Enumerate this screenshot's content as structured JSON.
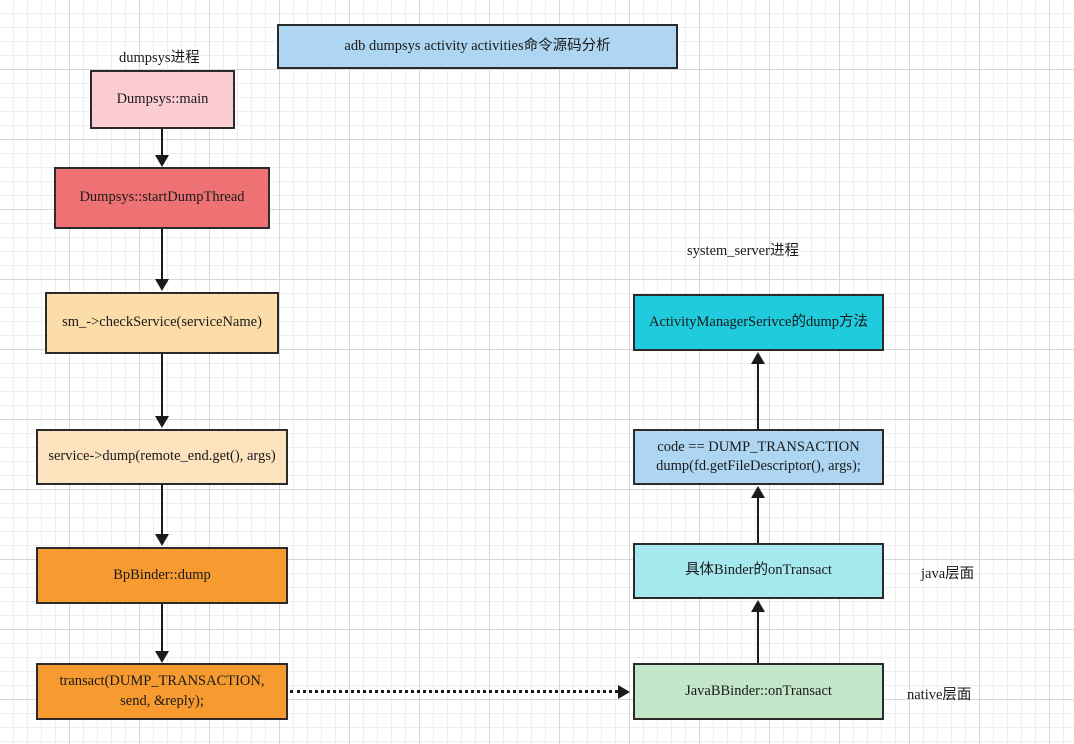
{
  "diagram": {
    "title_box": {
      "text": "adb dumpsys activity activities命令源码分析",
      "color": "#AED6F2"
    },
    "column_labels": {
      "left": "dumpsys进程",
      "right": "system_server进程"
    },
    "layer_labels": {
      "java": "java层面",
      "native": "native层面"
    },
    "left_nodes": [
      {
        "id": "dumpsys-main",
        "text": "Dumpsys::main",
        "color": "#FBCDD2"
      },
      {
        "id": "start-dump-thread",
        "text": "Dumpsys::startDumpThread",
        "color": "#EE7273"
      },
      {
        "id": "check-service",
        "text": "sm_->checkService(serviceName)",
        "color": "#FCDDA9"
      },
      {
        "id": "service-dump",
        "text": "service->dump(remote_end.get(), args)",
        "color": "#FDE2BE"
      },
      {
        "id": "bpbinder-dump",
        "text": "BpBinder::dump",
        "color": "#F79B31"
      },
      {
        "id": "transact",
        "text": "transact(DUMP_TRANSACTION,\nsend, &reply);",
        "color": "#F79B31"
      }
    ],
    "right_nodes": [
      {
        "id": "ams-dump",
        "text": "ActivityManagerSerivce的dump方法",
        "color": "#1FCBDC"
      },
      {
        "id": "dump-transaction",
        "text": "code == DUMP_TRANSACTION\ndump(fd.getFileDescriptor(), args);",
        "color": "#AED6F2"
      },
      {
        "id": "binder-ontransact",
        "text": "具体Binder的onTransact",
        "color": "#A5E9EE"
      },
      {
        "id": "javabbinder-ontransact",
        "text": "JavaBBinder::onTransact",
        "color": "#C3E6C8"
      }
    ],
    "connections": [
      {
        "from": "dumpsys-main",
        "to": "start-dump-thread",
        "style": "solid",
        "direction": "down"
      },
      {
        "from": "start-dump-thread",
        "to": "check-service",
        "style": "solid",
        "direction": "down"
      },
      {
        "from": "check-service",
        "to": "service-dump",
        "style": "solid",
        "direction": "down"
      },
      {
        "from": "service-dump",
        "to": "bpbinder-dump",
        "style": "solid",
        "direction": "down"
      },
      {
        "from": "bpbinder-dump",
        "to": "transact",
        "style": "solid",
        "direction": "down"
      },
      {
        "from": "transact",
        "to": "javabbinder-ontransact",
        "style": "dotted",
        "direction": "right"
      },
      {
        "from": "javabbinder-ontransact",
        "to": "binder-ontransact",
        "style": "solid",
        "direction": "up"
      },
      {
        "from": "binder-ontransact",
        "to": "dump-transaction",
        "style": "solid",
        "direction": "up"
      },
      {
        "from": "dump-transaction",
        "to": "ams-dump",
        "style": "solid",
        "direction": "up"
      }
    ]
  }
}
